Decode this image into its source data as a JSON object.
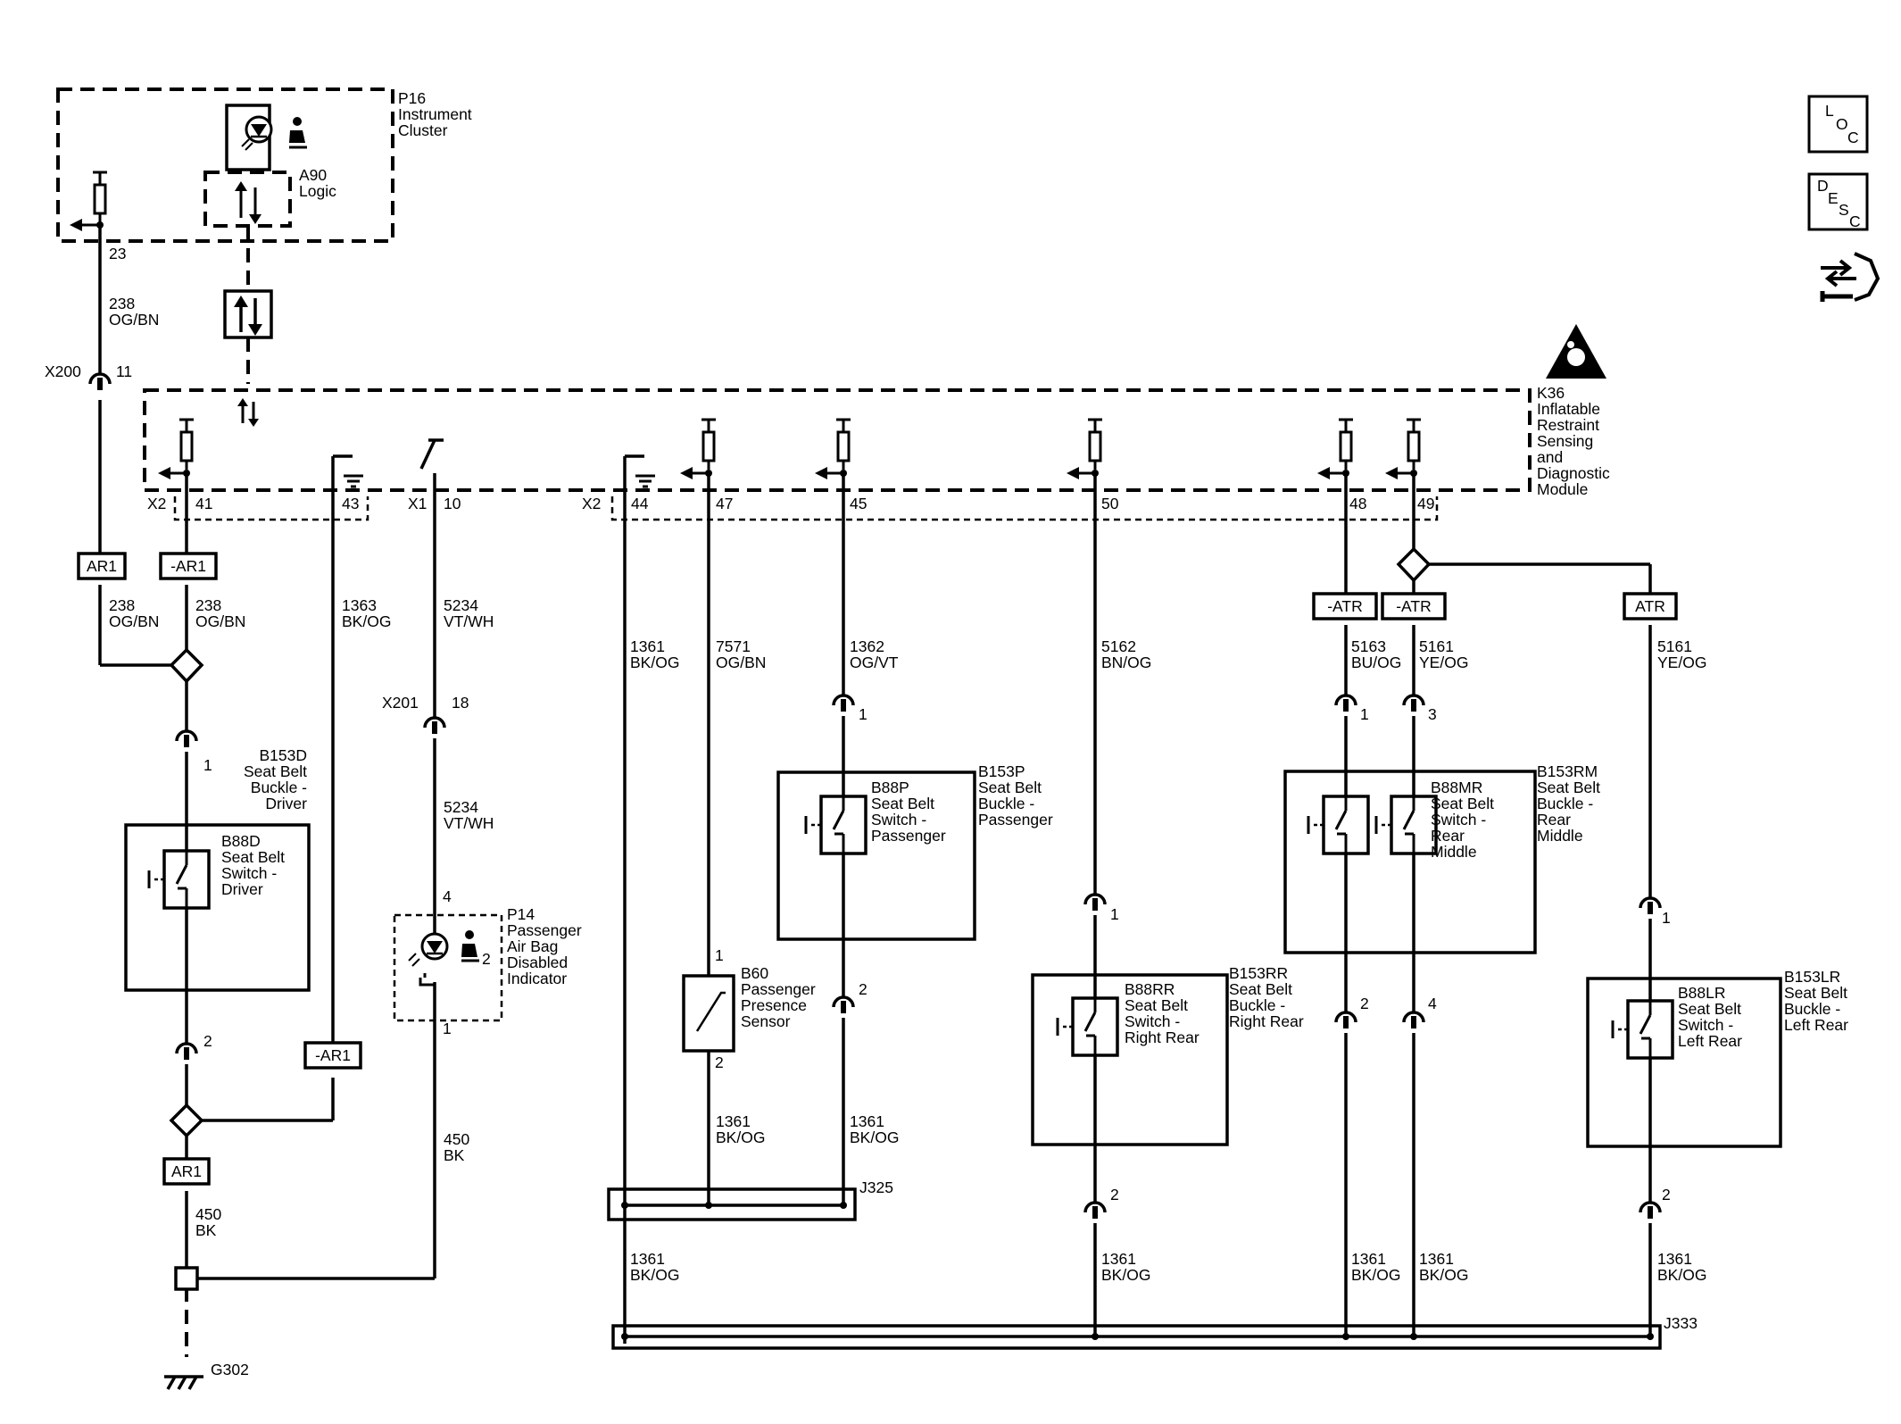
{
  "modules": {
    "p16": [
      "P16",
      "Instrument",
      "Cluster"
    ],
    "a90": [
      "A90",
      "Logic"
    ],
    "k36": [
      "K36",
      "Inflatable",
      "Restraint",
      "Sensing",
      "and",
      "Diagnostic",
      "Module"
    ],
    "p14": [
      "P14",
      "Passenger",
      "Air Bag",
      "Disabled",
      "Indicator"
    ],
    "b153d": [
      "B153D",
      "Seat Belt",
      "Buckle -",
      "Driver"
    ],
    "b88d": [
      "B88D",
      "Seat Belt",
      "Switch -",
      "Driver"
    ],
    "b88p": [
      "B88P",
      "Seat Belt",
      "Switch -",
      "Passenger"
    ],
    "b153p": [
      "B153P",
      "Seat Belt",
      "Buckle -",
      "Passenger"
    ],
    "b60": [
      "B60",
      "Passenger",
      "Presence",
      "Sensor"
    ],
    "b88rr": [
      "B88RR",
      "Seat Belt",
      "Switch -",
      "Right Rear"
    ],
    "b153rr": [
      "B153RR",
      "Seat Belt",
      "Buckle -",
      "Right Rear"
    ],
    "b88mr": [
      "B88MR",
      "Seat Belt",
      "Switch -",
      "Rear",
      "Middle"
    ],
    "b153rm": [
      "B153RM",
      "Seat Belt",
      "Buckle -",
      "Rear",
      "Middle"
    ],
    "b88lr": [
      "B88LR",
      "Seat Belt",
      "Switch -",
      "Left Rear"
    ],
    "b153lr": [
      "B153LR",
      "Seat Belt",
      "Buckle -",
      "Left Rear"
    ]
  },
  "connectors": {
    "x200": "X200",
    "x201": "X201",
    "x2a": "X2",
    "x1": "X1",
    "x2b": "X2",
    "j325": "J325",
    "j333": "J333",
    "g302": "G302"
  },
  "pins": {
    "p23": "23",
    "p11": "11",
    "p41": "41",
    "p43": "43",
    "p10": "10",
    "p44": "44",
    "p47": "47",
    "p45": "45",
    "p50": "50",
    "p48": "48",
    "p49": "49",
    "p18": "18",
    "b153d_1": "1",
    "b153d_2": "2",
    "p14_4": "4",
    "p14_1": "1",
    "p14_2": "2",
    "b60_1": "1",
    "b60_2": "2",
    "b153p_1": "1",
    "b153p_2": "2",
    "b153rr_1": "1",
    "b153rr_2": "2",
    "b153rm_1": "1",
    "b153rm_3": "3",
    "b153rm_2": "2",
    "b153rm_4": "4",
    "b153lr_1": "1",
    "b153lr_2": "2"
  },
  "options": {
    "ar1_a": "AR1",
    "ar1_b": "-AR1",
    "ar1_c": "-AR1",
    "ar1_d": "AR1",
    "atr_a": "-ATR",
    "atr_b": "-ATR",
    "atr_c": "ATR"
  },
  "wires": {
    "w238_top": [
      "238",
      "OG/BN"
    ],
    "w238_l": [
      "238",
      "OG/BN"
    ],
    "w238_r": [
      "238",
      "OG/BN"
    ],
    "w1363": [
      "1363",
      "BK/OG"
    ],
    "w5234_top": [
      "5234",
      "VT/WH"
    ],
    "w5234_bot": [
      "5234",
      "VT/WH"
    ],
    "w450_p14": [
      "450",
      "BK"
    ],
    "w450_gnd": [
      "450",
      "BK"
    ],
    "w1361_a": [
      "1361",
      "BK/OG"
    ],
    "w7571": [
      "7571",
      "OG/BN"
    ],
    "w1362": [
      "1362",
      "OG/VT"
    ],
    "w5162": [
      "5162",
      "BN/OG"
    ],
    "w5163": [
      "5163",
      "BU/OG"
    ],
    "w5161_a": [
      "5161",
      "YE/OG"
    ],
    "w5161_b": [
      "5161",
      "YE/OG"
    ],
    "w1361_b60": [
      "1361",
      "BK/OG"
    ],
    "w1361_b153p": [
      "1361",
      "BK/OG"
    ],
    "w1361_bot_a": [
      "1361",
      "BK/OG"
    ],
    "w1361_bot_b": [
      "1361",
      "BK/OG"
    ],
    "w1361_bot_c": [
      "1361",
      "BK/OG"
    ],
    "w1361_bot_d": [
      "1361",
      "BK/OG"
    ],
    "w1361_bot_e": [
      "1361",
      "BK/OG"
    ]
  },
  "side_icons": {
    "loc": [
      "L",
      "O",
      "C"
    ],
    "desc": [
      "D",
      "E",
      "S",
      "C"
    ],
    "icon3": "connector-repair-icon"
  }
}
